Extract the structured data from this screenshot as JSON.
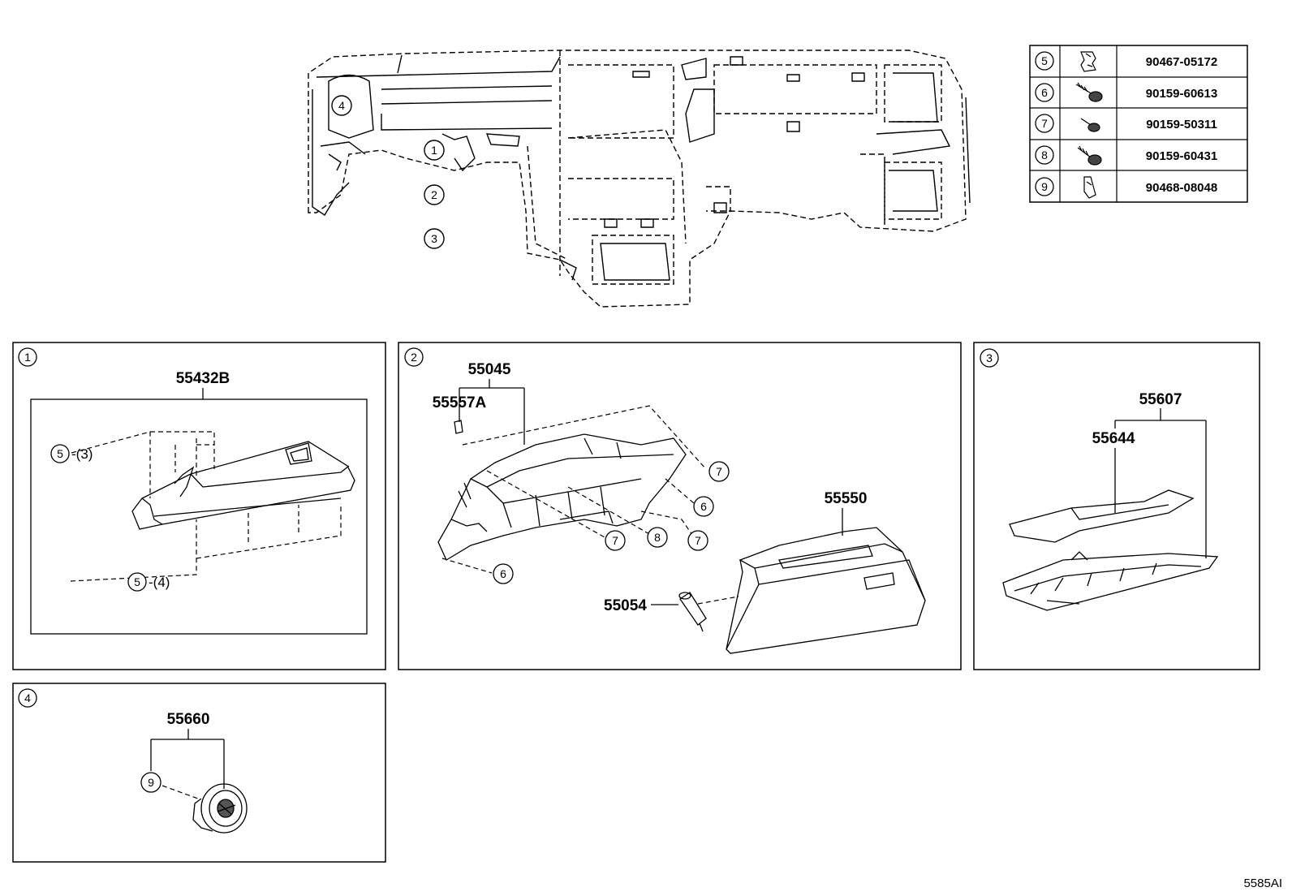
{
  "overview": {
    "callouts": [
      "1",
      "2",
      "3",
      "4"
    ]
  },
  "fastener_table": {
    "rows": [
      {
        "ref": "5",
        "part": "90467-05172",
        "icon": "clip-icon"
      },
      {
        "ref": "6",
        "part": "90159-60613",
        "icon": "screw-icon"
      },
      {
        "ref": "7",
        "part": "90159-50311",
        "icon": "screw-icon"
      },
      {
        "ref": "8",
        "part": "90159-60431",
        "icon": "screw-icon"
      },
      {
        "ref": "9",
        "part": "90468-08048",
        "icon": "clip-icon"
      }
    ]
  },
  "panel1": {
    "ref": "1",
    "main_part": "55432B",
    "callout_ref": "5",
    "qty_upper": "-(3)",
    "qty_lower": "-(4)"
  },
  "panel2": {
    "ref": "2",
    "parts": {
      "bracket": "55045",
      "clip": "55557A",
      "box": "55550",
      "damper": "55054"
    },
    "callouts": {
      "c7a": "7",
      "c6a": "6",
      "c7b": "7",
      "c8": "8",
      "c7c": "7",
      "c6b": "6"
    }
  },
  "panel3": {
    "ref": "3",
    "parts": {
      "assy": "55607",
      "cover": "55644"
    }
  },
  "panel4": {
    "ref": "4",
    "main_part": "55660",
    "callout_ref": "9"
  },
  "diagram_code": "5585AI"
}
